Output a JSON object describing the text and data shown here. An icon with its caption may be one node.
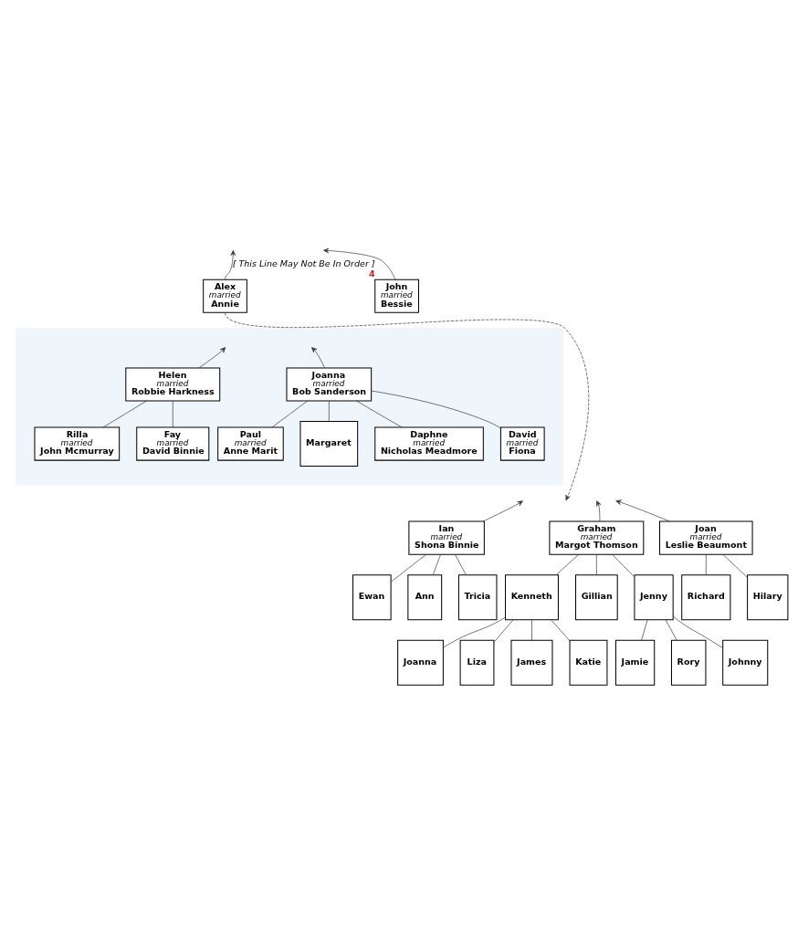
{
  "diagram": {
    "nodes": [
      {
        "text": [
          "Alex",
          "married",
          "Annie"
        ]
      },
      {
        "text": [
          "John",
          "married",
          "Bessie"
        ],
        "beside": [
          "4"
        ]
      },
      {
        "text": [],
        "shape": "band"
      },
      {
        "text": [
          "Helen",
          "married",
          "Robbie Harkness"
        ],
        "in": 2
      },
      {
        "text": [
          "Joanna",
          "married",
          "Bob Sanderson"
        ],
        "in": 2
      },
      {
        "text": [
          "Rilla",
          "married",
          "John Mcmurray"
        ],
        "in": 2
      },
      {
        "text": [
          "Fay",
          "married",
          "David Binnie"
        ],
        "in": 2
      },
      {
        "text": [
          "Paul",
          "married",
          "Anne Marit"
        ],
        "in": 2
      },
      {
        "text": [
          "Margaret"
        ],
        "in": 2
      },
      {
        "text": [
          "Daphne",
          "married",
          "Nicholas Meadmore"
        ],
        "in": 2
      },
      {
        "text": [
          "David",
          "married",
          "Fiona"
        ],
        "in": 2
      },
      {
        "text": [
          "Ian",
          "married",
          "Shona Binnie"
        ]
      },
      {
        "text": [
          "Graham",
          "married",
          "Margot Thomson"
        ]
      },
      {
        "text": [
          "Joan",
          "married",
          "Leslie Beaumont"
        ]
      },
      {
        "text": [
          "Ewan"
        ]
      },
      {
        "text": [
          "Ann"
        ]
      },
      {
        "text": [
          "Tricia"
        ]
      },
      {
        "text": [
          "Kenneth"
        ]
      },
      {
        "text": [
          "Gillian"
        ]
      },
      {
        "text": [
          "Jenny"
        ]
      },
      {
        "text": [
          "Richard"
        ]
      },
      {
        "text": [
          "Hilary"
        ]
      },
      {
        "text": [
          "Joanna"
        ]
      },
      {
        "text": [
          "Liza"
        ]
      },
      {
        "text": [
          "James"
        ]
      },
      {
        "text": [
          "Katie"
        ]
      },
      {
        "text": [
          "Jamie"
        ]
      },
      {
        "text": [
          "Rory"
        ]
      },
      {
        "text": [
          "Johnny"
        ]
      }
    ],
    "edges": [
      {
        "from": 0,
        "to": null,
        "arrow": "to",
        "style": "dashed"
      },
      {
        "from": 1,
        "to": null,
        "arrow": "to"
      },
      {
        "from": 0,
        "to": null,
        "arrow": "to",
        "label": "[ This Line May Not Be In Order ]"
      },
      {
        "from": 3,
        "to": null,
        "arrow": "to"
      },
      {
        "from": 4,
        "to": null,
        "arrow": "to"
      },
      {
        "from": 3,
        "to": 5,
        "arrow": "none"
      },
      {
        "from": 3,
        "to": 6,
        "arrow": "none"
      },
      {
        "from": 4,
        "to": 7,
        "arrow": "none"
      },
      {
        "from": 4,
        "to": 8,
        "arrow": "none"
      },
      {
        "from": 4,
        "to": 9,
        "arrow": "none"
      },
      {
        "from": 4,
        "to": 10,
        "arrow": "none"
      },
      {
        "from": 11,
        "to": null,
        "arrow": "to"
      },
      {
        "from": 12,
        "to": null,
        "arrow": "to"
      },
      {
        "from": 13,
        "to": null,
        "arrow": "to"
      },
      {
        "from": 11,
        "to": 14,
        "arrow": "none"
      },
      {
        "from": 11,
        "to": 15,
        "arrow": "none"
      },
      {
        "from": 11,
        "to": 16,
        "arrow": "none"
      },
      {
        "from": 12,
        "to": 17,
        "arrow": "none"
      },
      {
        "from": 12,
        "to": 18,
        "arrow": "none"
      },
      {
        "from": 12,
        "to": 19,
        "arrow": "none"
      },
      {
        "from": 13,
        "to": 20,
        "arrow": "none"
      },
      {
        "from": 13,
        "to": 21,
        "arrow": "none"
      },
      {
        "from": 17,
        "to": 22,
        "arrow": "none"
      },
      {
        "from": 17,
        "to": 23,
        "arrow": "none"
      },
      {
        "from": 17,
        "to": 24,
        "arrow": "none"
      },
      {
        "from": 17,
        "to": 25,
        "arrow": "none"
      },
      {
        "from": 19,
        "to": 26,
        "arrow": "none"
      },
      {
        "from": 19,
        "to": 27,
        "arrow": "none"
      },
      {
        "from": 19,
        "to": 28,
        "arrow": "none"
      }
    ]
  }
}
